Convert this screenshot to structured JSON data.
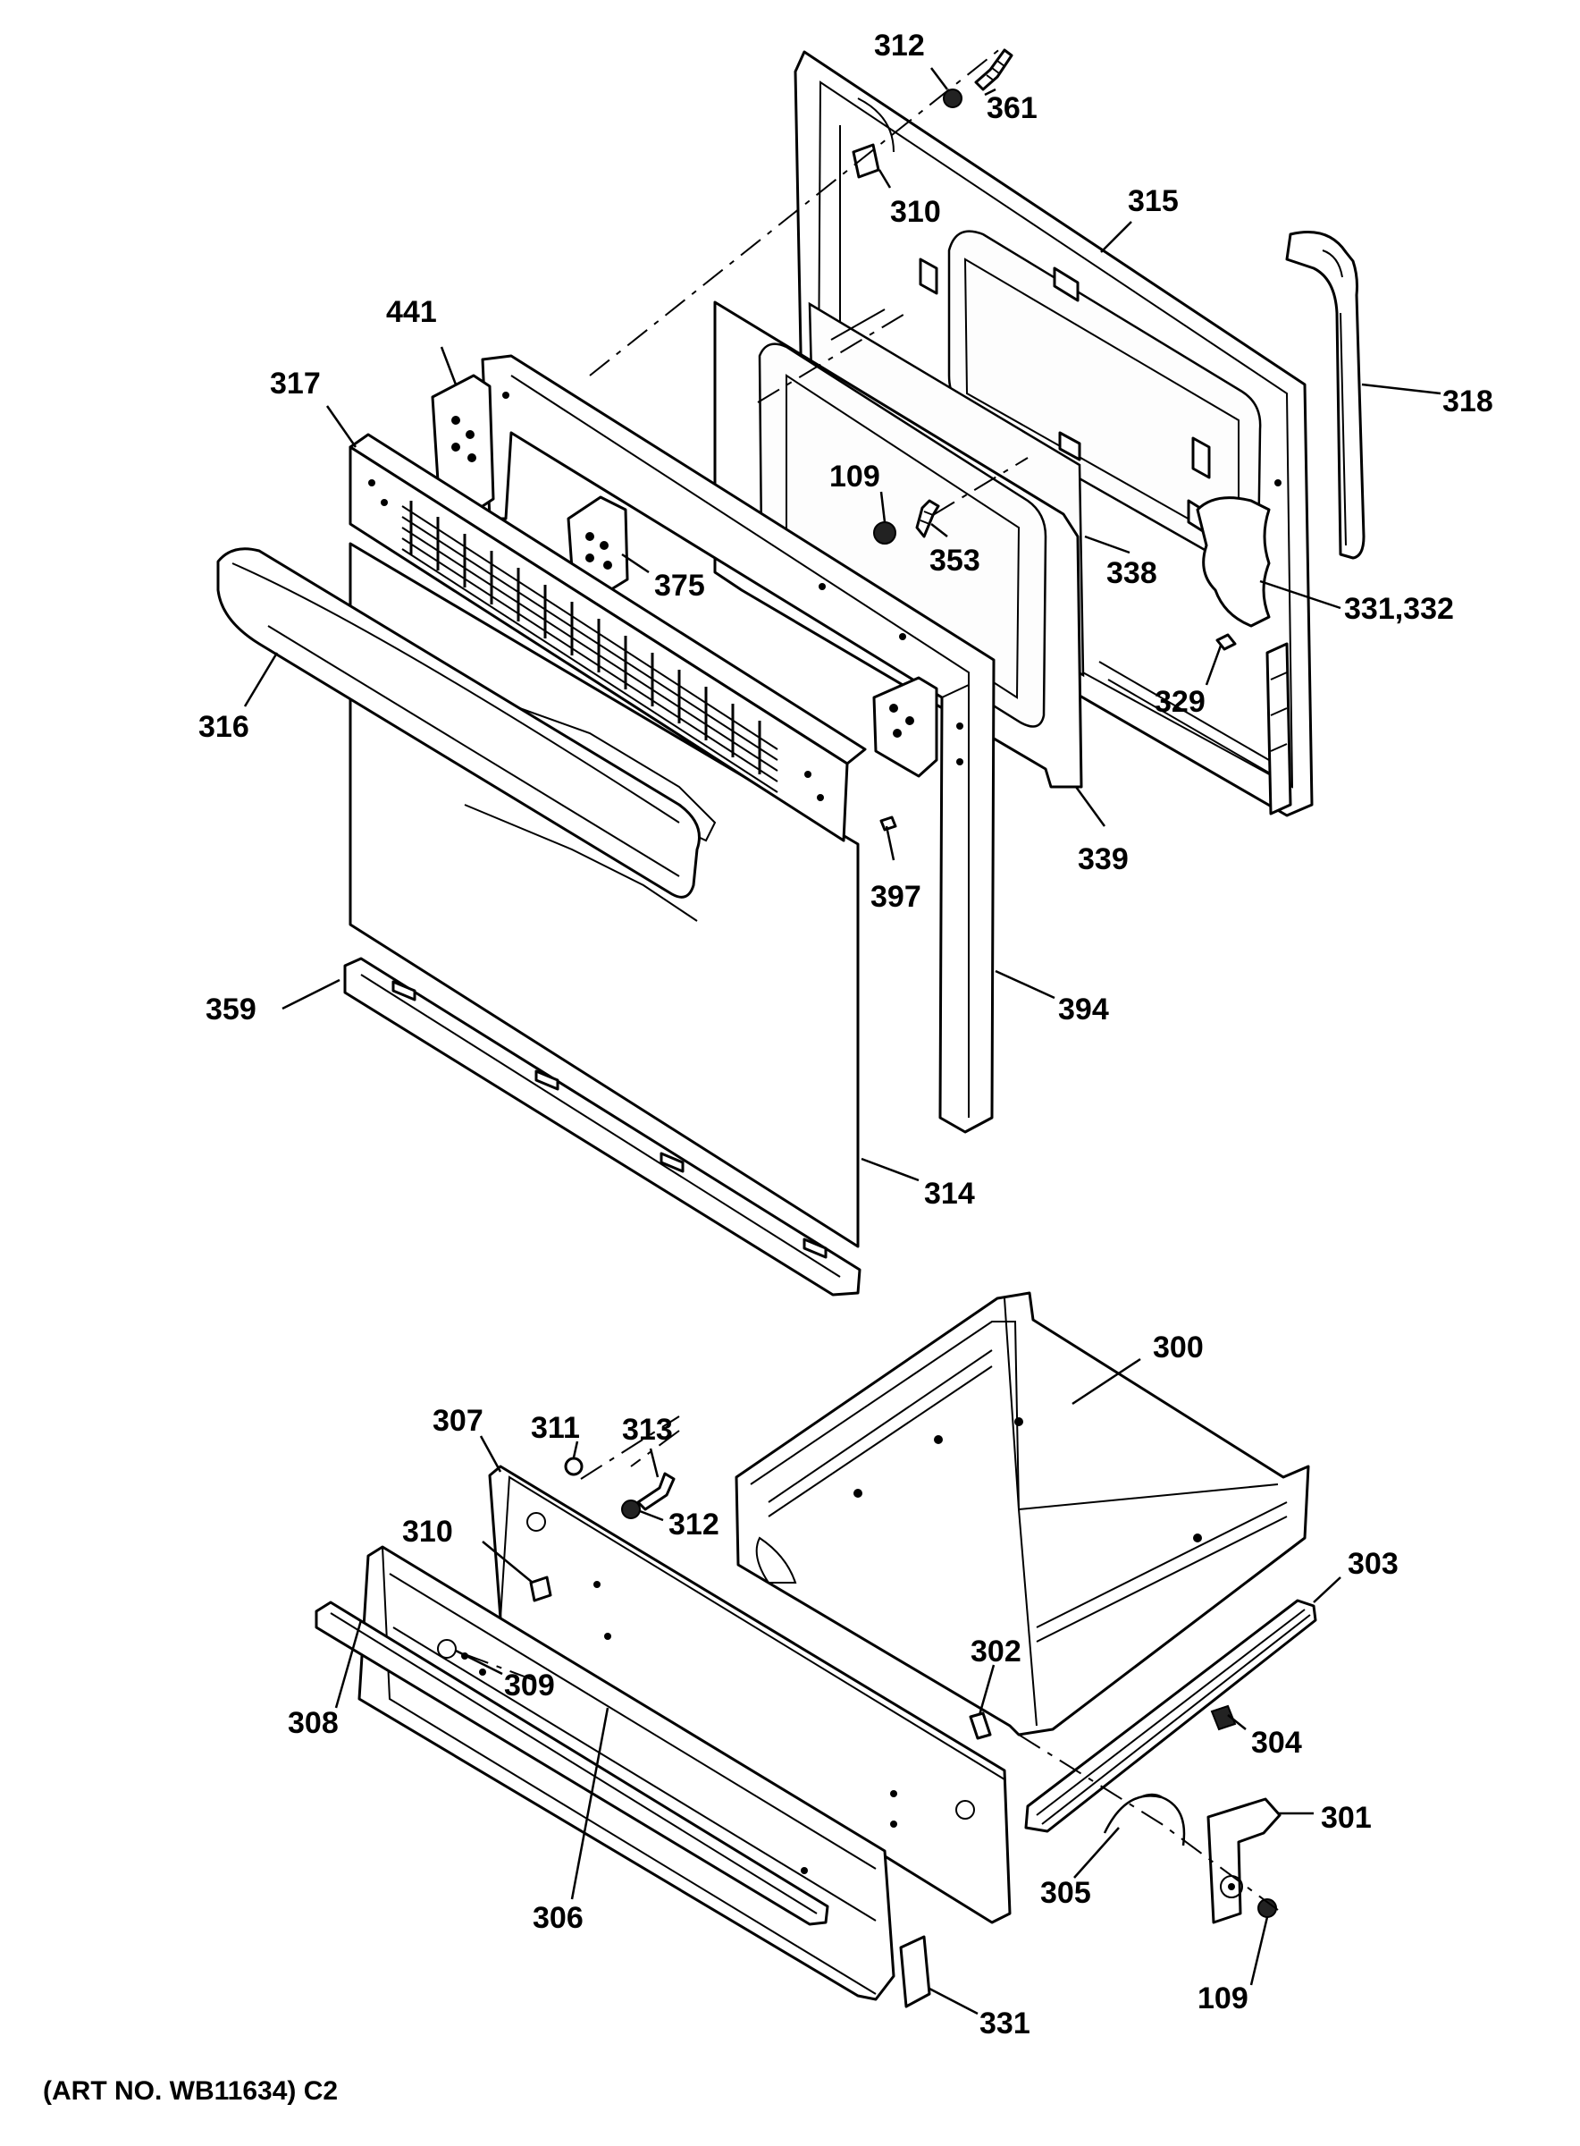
{
  "diagram": {
    "caption": "(ART NO. WB11634) C2",
    "callouts": [
      {
        "id": "c312a",
        "label": "312"
      },
      {
        "id": "c361",
        "label": "361"
      },
      {
        "id": "c310a",
        "label": "310"
      },
      {
        "id": "c315",
        "label": "315"
      },
      {
        "id": "c318",
        "label": "318"
      },
      {
        "id": "c441",
        "label": "441"
      },
      {
        "id": "c317",
        "label": "317"
      },
      {
        "id": "c109a",
        "label": "109"
      },
      {
        "id": "c353",
        "label": "353"
      },
      {
        "id": "c338",
        "label": "338"
      },
      {
        "id": "c331b",
        "label": "331,332"
      },
      {
        "id": "c375",
        "label": "375"
      },
      {
        "id": "c316",
        "label": "316"
      },
      {
        "id": "c329",
        "label": "329"
      },
      {
        "id": "c339",
        "label": "339"
      },
      {
        "id": "c397",
        "label": "397"
      },
      {
        "id": "c359",
        "label": "359"
      },
      {
        "id": "c394",
        "label": "394"
      },
      {
        "id": "c314",
        "label": "314"
      },
      {
        "id": "c300",
        "label": "300"
      },
      {
        "id": "c307",
        "label": "307"
      },
      {
        "id": "c311",
        "label": "311"
      },
      {
        "id": "c313",
        "label": "313"
      },
      {
        "id": "c310b",
        "label": "310"
      },
      {
        "id": "c312b",
        "label": "312"
      },
      {
        "id": "c303",
        "label": "303"
      },
      {
        "id": "c302",
        "label": "302"
      },
      {
        "id": "c309",
        "label": "309"
      },
      {
        "id": "c308",
        "label": "308"
      },
      {
        "id": "c304",
        "label": "304"
      },
      {
        "id": "c301",
        "label": "301"
      },
      {
        "id": "c305",
        "label": "305"
      },
      {
        "id": "c306",
        "label": "306"
      },
      {
        "id": "c109b",
        "label": "109"
      },
      {
        "id": "c331a",
        "label": "331"
      }
    ]
  }
}
